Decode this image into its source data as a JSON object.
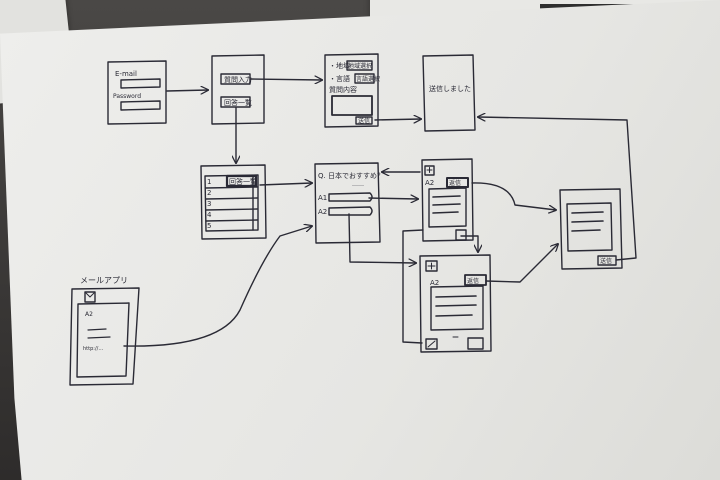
{
  "screens": {
    "login": {
      "email_label": "E-mail",
      "password_label": "Password"
    },
    "menu": {
      "button_1": "質問入力",
      "button_2": "回答一覧"
    },
    "question_form": {
      "field_1": "・地域",
      "field_1_badge": "地域選択",
      "field_2": "・言語",
      "field_2_badge": "言語選択",
      "field_3": "質問内容",
      "submit": "送信"
    },
    "complete": {
      "message": "送信しました"
    },
    "answer_list": {
      "header": "回答一覧",
      "item_numbers": [
        "1",
        "2",
        "3",
        "4",
        "5"
      ]
    },
    "question_detail": {
      "title": "Q. 日本でおすすめ？",
      "title_suffix": "……",
      "answer_1": "A1",
      "answer_2": "A2"
    },
    "answer_a2_top": {
      "label": "A2",
      "badge": "返信"
    },
    "answer_a2_bottom": {
      "label": "A2",
      "badge": "返信"
    },
    "reply_screen": {
      "badge": "送信"
    },
    "mail_app": {
      "label": "メールアプリ",
      "line_1": "A2",
      "link": "http://…"
    }
  }
}
